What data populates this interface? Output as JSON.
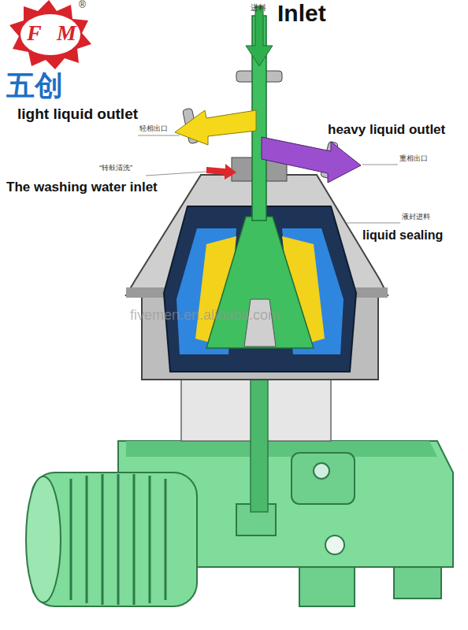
{
  "diagram": {
    "labels": [
      "进料",
      "Inlet",
      "light liquid outlet",
      "轻相出口",
      "heavy liquid outlet",
      "重相出口",
      "“转鼓清洗”",
      "The washing water inlet",
      "液封进料",
      "liquid sealing",
      "五创",
      "F",
      "M",
      "®",
      "fivemen.en.alibaba.com"
    ]
  }
}
